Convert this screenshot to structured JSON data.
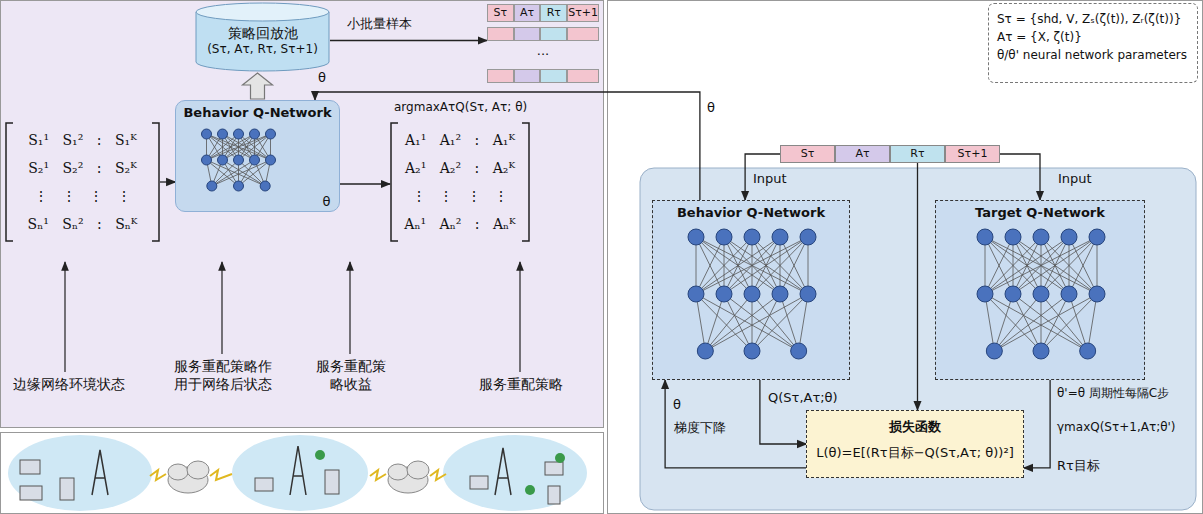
{
  "diagram": {
    "nodes": [
      {
        "text": [
          "策略回放池",
          "(Sτ, Aτ, Rτ, Sτ+1)"
        ]
      },
      {
        "text": [
          "Behavior Q-Network",
          "θ"
        ]
      },
      {
        "text": [
          "S₁¹ S₁² : S₁ᴷ",
          "S₂¹ S₂² : S₂ᴷ",
          "⋮ ⋮ ⋮ ⋮",
          "Sₙ¹ Sₙ² : Sₙᴷ"
        ]
      },
      {
        "text": [
          "A₁¹ A₁² : A₁ᴷ",
          "A₂¹ A₂² : A₂ᴷ",
          "⋮ ⋮ ⋮ ⋮",
          "Aₙ¹ Aₙ² : Aₙᴷ"
        ]
      },
      {
        "text": [
          "Sτ",
          "Aτ",
          "Rτ",
          "Sτ+1",
          "···"
        ]
      },
      {
        "text": [
          "Sτ",
          "Aτ",
          "Rτ",
          "Sτ+1"
        ]
      },
      {
        "text": [
          "Sτ = {shd, V, Zₛ(ζ(t)), Zᵣ(ζ(t))}",
          "Aτ = {X, ζ(t)}",
          "θ/θ' neural network parameters"
        ]
      },
      {
        "text": [
          "Behavior Q-Network"
        ]
      },
      {
        "text": [
          "Target Q-Network"
        ]
      },
      {
        "text": [
          "损失函数",
          "L(θ)=E[(Rτ目标−Q(Sτ,Aτ; θ))²]"
        ]
      }
    ],
    "edges": [
      {
        "from": 0,
        "to": 4,
        "arrow": "to",
        "label": "小批量样本"
      },
      {
        "from": 1,
        "to": 0,
        "arrow": "to"
      },
      {
        "from": 2,
        "to": 1,
        "arrow": "to"
      },
      {
        "from": 1,
        "to": 3,
        "arrow": "to"
      },
      {
        "from": 7,
        "to": 1,
        "arrow": "to",
        "label": "θ"
      },
      {
        "from": 5,
        "to": 7,
        "arrow": "to",
        "label": "Input"
      },
      {
        "from": 5,
        "to": 8,
        "arrow": "to",
        "label": "Input"
      },
      {
        "from": 5,
        "to": 9,
        "arrow": "to"
      },
      {
        "from": 7,
        "to": 9,
        "arrow": "to",
        "label": "Q(Sτ,Aτ;θ)"
      },
      {
        "from": 8,
        "to": 9,
        "arrow": "to"
      },
      {
        "from": 9,
        "to": 7,
        "arrow": "to",
        "label": "梯度下降"
      }
    ],
    "labels": [
      "边缘网络环境状态",
      "服务重配策略作用于网络后状态",
      "服务重配策略收益",
      "服务重配策略",
      "argmaxAτQ(Sτ, Aτ; θ)",
      "θ",
      "θ",
      "θ'=θ 周期性每隔C步",
      "γmaxQ(Sτ+1,Aτ;θ')",
      "Rτ目标"
    ]
  }
}
